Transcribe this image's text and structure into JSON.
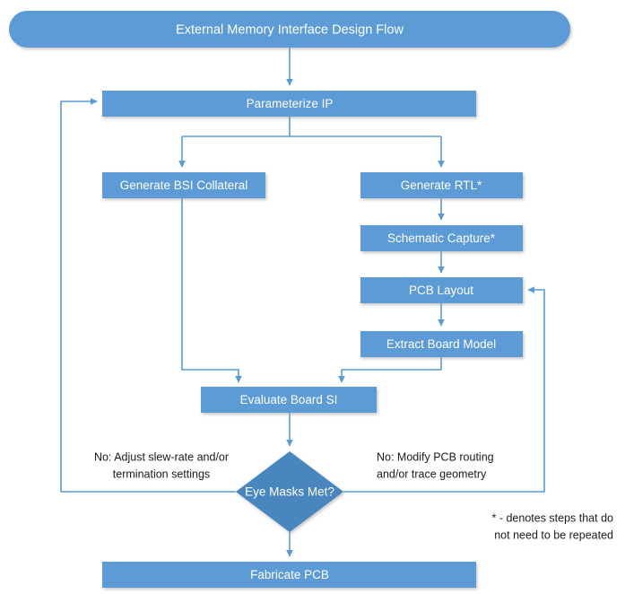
{
  "diagram": {
    "title": "External Memory Interface Design Flow",
    "colors": {
      "node_fill": "#5b9bd5",
      "decision_fill": "#4a86bd",
      "connector": "#5b9bd5",
      "node_text": "#ffffff",
      "annotation_text": "#1a1a1a",
      "background": "#ffffff",
      "shadow": "#c8c8c8"
    },
    "nodes": [
      {
        "id": "title",
        "label": "External Memory Interface Design Flow",
        "shape": "pill"
      },
      {
        "id": "parameterize-ip",
        "label": "Parameterize IP",
        "shape": "rect"
      },
      {
        "id": "generate-bsi",
        "label": "Generate BSI Collateral",
        "shape": "rect"
      },
      {
        "id": "generate-rtl",
        "label": "Generate RTL*",
        "shape": "rect"
      },
      {
        "id": "schematic-capture",
        "label": "Schematic Capture*",
        "shape": "rect"
      },
      {
        "id": "pcb-layout",
        "label": "PCB Layout",
        "shape": "rect"
      },
      {
        "id": "extract-board",
        "label": "Extract Board Model",
        "shape": "rect"
      },
      {
        "id": "evaluate-si",
        "label": "Evaluate Board SI",
        "shape": "rect"
      },
      {
        "id": "eye-masks",
        "label": "Eye Masks Met?",
        "shape": "diamond"
      },
      {
        "id": "fabricate-pcb",
        "label": "Fabricate PCB",
        "shape": "rect"
      }
    ],
    "annotations": {
      "left_loop_line1": "No: Adjust slew-rate and/or",
      "left_loop_line2": "termination settings",
      "right_loop_line1": "No: Modify PCB routing",
      "right_loop_line2": "and/or trace geometry",
      "footnote_line1": "* - denotes steps that do",
      "footnote_line2": "not need to be repeated"
    },
    "edges": [
      {
        "from": "title",
        "to": "parameterize-ip"
      },
      {
        "from": "parameterize-ip",
        "to": "generate-bsi"
      },
      {
        "from": "parameterize-ip",
        "to": "generate-rtl"
      },
      {
        "from": "generate-rtl",
        "to": "schematic-capture"
      },
      {
        "from": "schematic-capture",
        "to": "pcb-layout"
      },
      {
        "from": "pcb-layout",
        "to": "extract-board"
      },
      {
        "from": "generate-bsi",
        "to": "evaluate-si"
      },
      {
        "from": "extract-board",
        "to": "evaluate-si"
      },
      {
        "from": "evaluate-si",
        "to": "eye-masks"
      },
      {
        "from": "eye-masks",
        "to": "fabricate-pcb"
      },
      {
        "from": "eye-masks",
        "to": "parameterize-ip",
        "label": "No: Adjust slew-rate and/or termination settings"
      },
      {
        "from": "eye-masks",
        "to": "pcb-layout",
        "label": "No: Modify PCB routing and/or trace geometry"
      }
    ]
  }
}
